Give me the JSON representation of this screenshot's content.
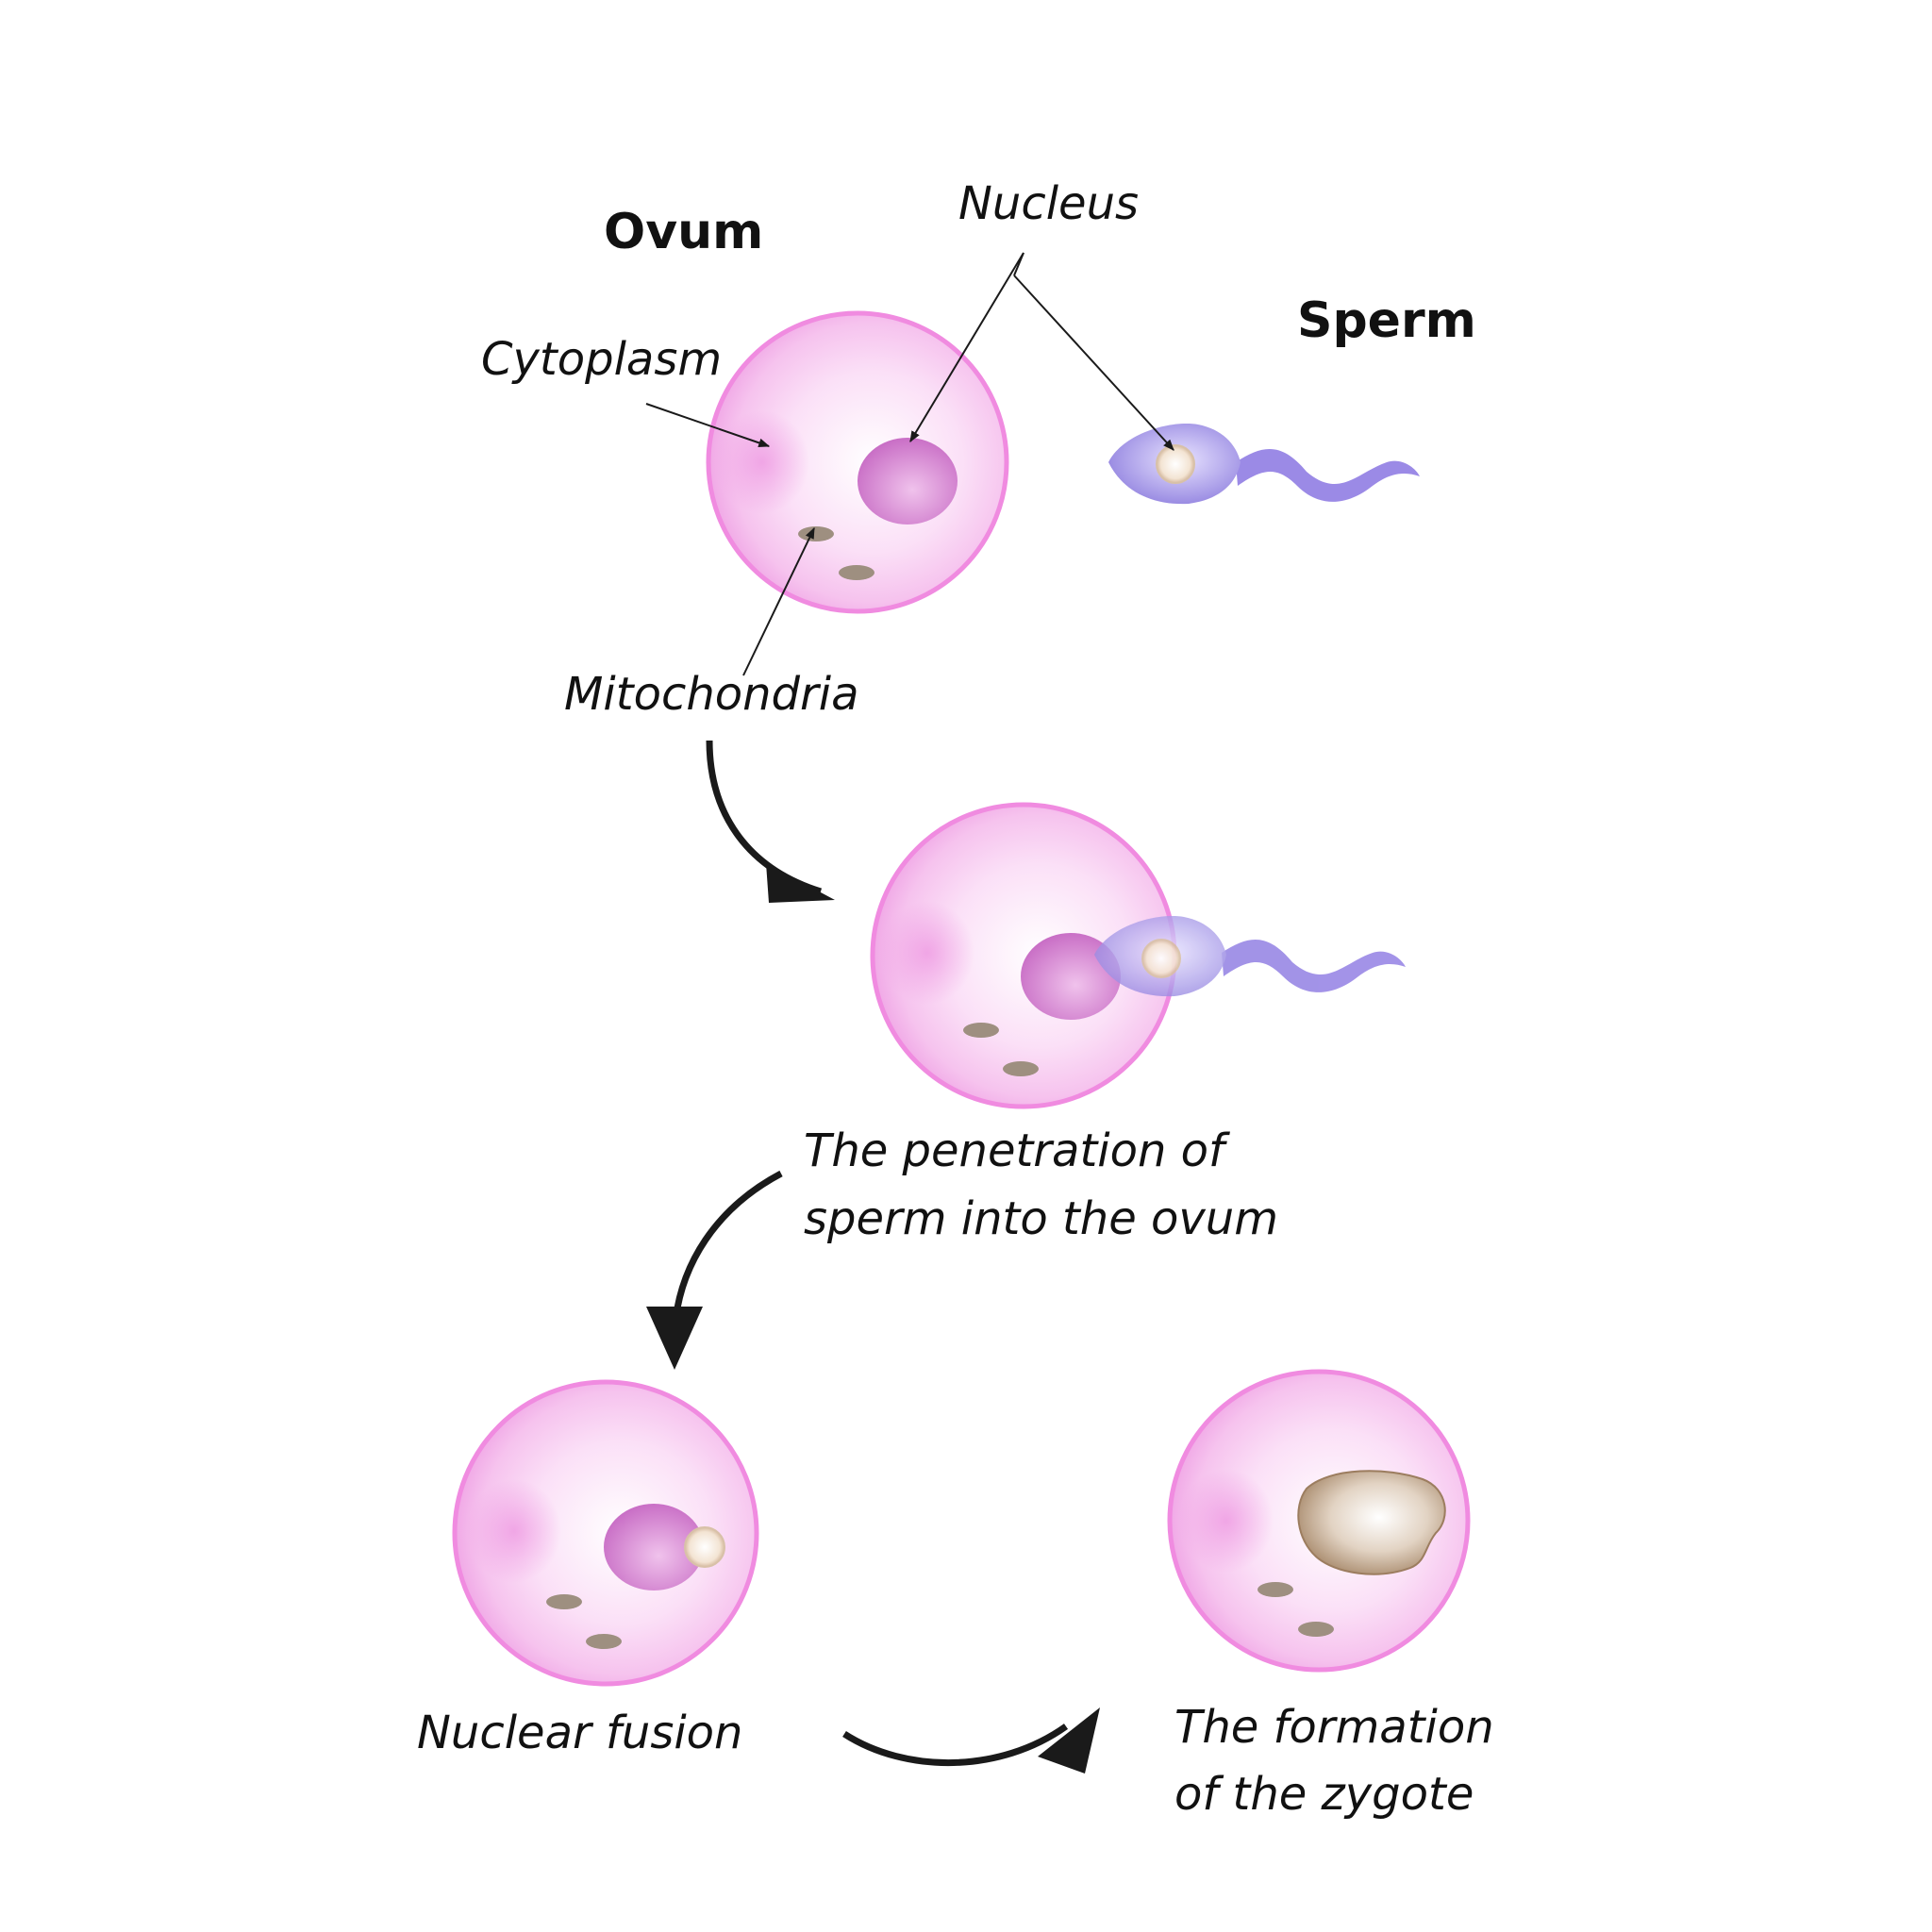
{
  "labels": {
    "ovum": "Ovum",
    "sperm": "Sperm",
    "nucleus": "Nucleus",
    "cytoplasm": "Cytoplasm",
    "mitochondria": "Mitochondria",
    "penetration_line1": "The penetration of",
    "penetration_line2": "sperm into the ovum",
    "nuclear_fusion": "Nuclear fusion",
    "zygote_line1": "The formation",
    "zygote_line2": "of the zygote"
  },
  "colors": {
    "ovum_fill": "#f7c6ef",
    "ovum_edge": "#f08be0",
    "ovum_nucleus": "#d27fd0",
    "sperm_fill": "#a99be8",
    "sperm_nucleus": "#f1e3d2",
    "mitochondria": "#9e8f80",
    "zygote_nucleus": "#b59a7e",
    "arrow": "#1a1a1a"
  }
}
